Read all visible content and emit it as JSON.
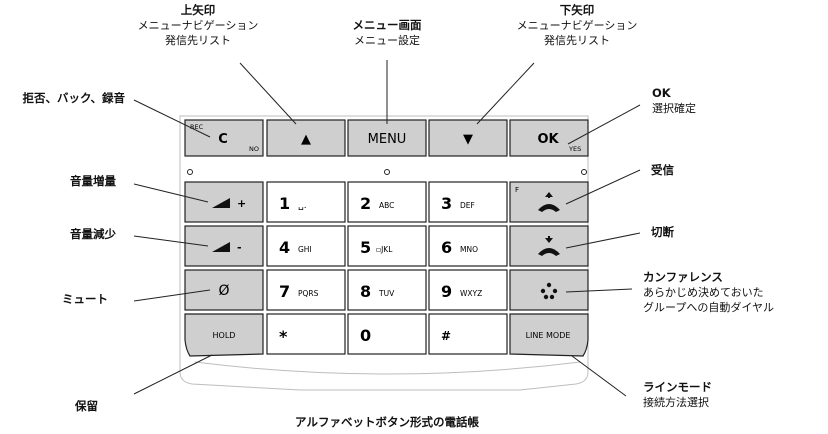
{
  "labels": {
    "up_title": "上矢印",
    "up_l1": "メニューナビゲーション",
    "up_l2": "発信先リスト",
    "menu_title": "メニュー画面",
    "menu_l1": "メニュー設定",
    "down_title": "下矢印",
    "down_l1": "メニューナビゲーション",
    "down_l2": "発信先リスト",
    "reject": "拒否、バック、録音",
    "ok_title": "OK",
    "ok_l1": "選択確定",
    "vol_up": "音量増量",
    "vol_down": "音量減少",
    "mute": "ミュート",
    "hold": "保留",
    "answer": "受信",
    "hangup": "切断",
    "conf_title": "カンファレンス",
    "conf_l1": "あらかじめ決めておいた",
    "conf_l2": "グループへの自動ダイヤル",
    "linemode_title": "ラインモード",
    "linemode_l1": "接続方法選択",
    "caption": "アルファベットボタン形式の電話帳"
  },
  "keys": {
    "c_small": "REC",
    "c_main": "C",
    "c_sub": "NO",
    "up": "▲",
    "menu": "MENU",
    "down": "▼",
    "ok_main": "OK",
    "ok_sub": "YES",
    "f_small": "F",
    "hold": "HOLD",
    "line_mode": "LINE MODE",
    "mute_symbol": "Ø",
    "k1": "1",
    "k1s": "␣.",
    "k2": "2",
    "k2s": "ABC",
    "k3": "3",
    "k3s": "DEF",
    "k4": "4",
    "k4s": "GHI",
    "k5": "5",
    "k5s": "▫JKL",
    "k6": "6",
    "k6s": "MNO",
    "k7": "7",
    "k7s": "PQRS",
    "k8": "8",
    "k8s": "TUV",
    "k9": "9",
    "k9s": "WXYZ",
    "kstar": "*",
    "k0": "0",
    "khash": "#"
  },
  "colors": {
    "gray_key": "#cfcfcf",
    "white_key": "#ffffff",
    "outline": "#222222"
  }
}
